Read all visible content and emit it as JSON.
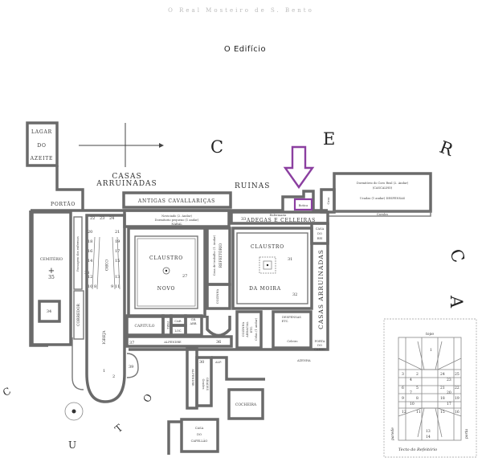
{
  "header": {
    "faint_title": "O Real Mosteiro de S. Bento",
    "title": "O Edifício"
  },
  "surround_letters": {
    "cerca": [
      "C",
      "E",
      "R",
      "C",
      "A"
    ],
    "couto": [
      "C",
      "O",
      "U",
      "T",
      "O"
    ]
  },
  "labels": {
    "lagar": [
      "LAGAR",
      "DO",
      "AZEITE"
    ],
    "casas_arruinadas_top": [
      "CASAS",
      "ARRUINADAS"
    ],
    "portao": "PORTÃO",
    "ruinas": "RUINAS",
    "antigas_cavallaricas": "ANTIGAS CAVALLARIÇAS",
    "noviciado": "Noviciado (2. Andar)",
    "dormitorio_pequeno": "Dormitorio pequeno (1 andar)",
    "nabal": "NABAL",
    "enfermaria": "Enfermaria",
    "adegas": "ADEGAS E CELLEIRAS",
    "botica": "Botica",
    "casa": "Casa",
    "dormitorio_coro": "Dormitório do Coro Real (2. Andar)",
    "cascalho": "(CASCALHO)",
    "despensas_top": "Ucadas (1 andar) DESPENSAS",
    "cavalos": "Cavalos",
    "cemiterio": "CEMITÉRIO",
    "cemiterio_num": "35",
    "passagem": "Passagem dos enfermos",
    "coro": "CORO",
    "corredor": "CORREDOR",
    "igreja": "IGREJA",
    "claustro_novo": [
      "CLAUSTRO",
      "NOVO"
    ],
    "refeitorio": "REFEITÓRIO",
    "casa_trabalho": "Casa de trabalho (1. Andar)",
    "cozinha": "COZINHA",
    "claustro_moira": [
      "CLAUSTRO",
      "DA MOIRA"
    ],
    "casa_do_rei": [
      "CASA",
      "DO",
      "REI"
    ],
    "casas_arruinadas_right": "CASAS ARRUINADAS",
    "despensas": [
      "DESPENSAS",
      "ETC."
    ],
    "celeiro": "Celeiro",
    "porta_carro": [
      "PORTA",
      "DO",
      "CARRO"
    ],
    "azenha": "AZENHA",
    "capitulo": "CAPITULO",
    "parl": "PARL",
    "car": "CAR.",
    "gr_abb": [
      "GR.",
      "ABB."
    ],
    "loc": "LOC.",
    "alpendre": "ALPENDRE",
    "alpendre_v": "ALPENDRE",
    "cozinha_abbacial": [
      "COZINHA",
      "ABBACIAL",
      "ETC.",
      "Celas (1 andar)"
    ],
    "alp": "ALP.",
    "grades": [
      "Grades",
      "GRADES"
    ],
    "cocheira": "COCHEIRA",
    "casa_capellao": [
      "CASA",
      "DO",
      "CAPELLÃO"
    ]
  },
  "room_numbers": [
    "22",
    "23",
    "24",
    "20",
    "21",
    "18",
    "19",
    "16",
    "17",
    "14",
    "15",
    "12",
    "13",
    "10",
    "11",
    "8",
    "9",
    "38",
    "34",
    "27",
    "31",
    "32",
    "33",
    "37",
    "36",
    "30",
    "39",
    "1",
    "2"
  ],
  "inset": {
    "caption": "Tecto do Refeitório",
    "top": "topo",
    "left": "parede",
    "right": "porta",
    "numbers": [
      "1",
      "2",
      "3",
      "4",
      "5",
      "6",
      "7",
      "8",
      "9",
      "10",
      "11",
      "12",
      "13",
      "14",
      "15",
      "16",
      "17",
      "18",
      "19",
      "20",
      "21",
      "22",
      "23",
      "24",
      "25"
    ]
  },
  "colors": {
    "highlight": "#8b3fa0",
    "wall": "#6a6a6a"
  }
}
